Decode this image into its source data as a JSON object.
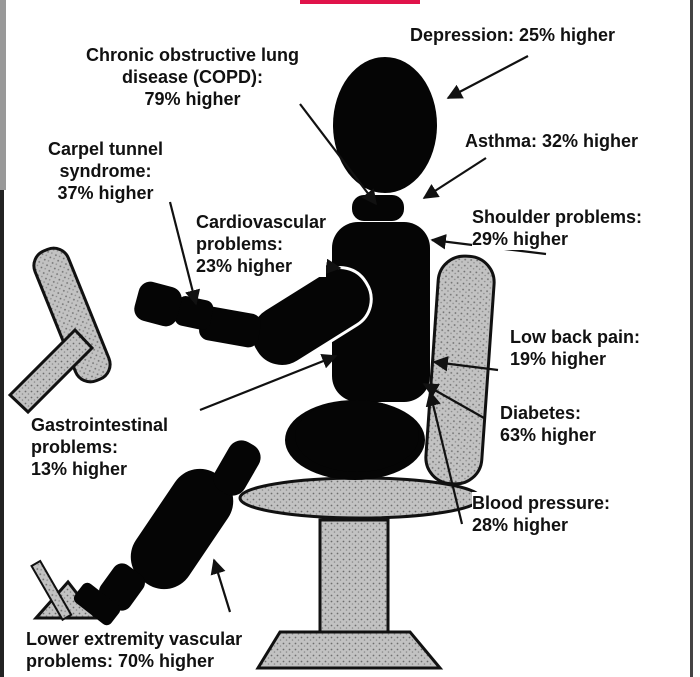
{
  "labels": {
    "depression": [
      "Depression: 25% higher"
    ],
    "copd": [
      "Chronic obstructive lung",
      "disease (COPD):",
      "79% higher"
    ],
    "asthma": [
      "Asthma: 32% higher"
    ],
    "carpal": [
      "Carpel tunnel",
      "syndrome:",
      "37% higher"
    ],
    "cardio": [
      "Cardiovascular",
      "problems:",
      "23% higher"
    ],
    "shoulder": [
      "Shoulder problems:",
      "29% higher"
    ],
    "lowback": [
      "Low back pain:",
      "19% higher"
    ],
    "gastro": [
      "Gastrointestinal",
      "problems:",
      "13% higher"
    ],
    "diabetes": [
      "Diabetes:",
      "63% higher"
    ],
    "bp": [
      "Blood pressure:",
      "28% higher"
    ],
    "lowerext": [
      "Lower extremity vascular",
      "problems: 70% higher"
    ]
  },
  "colors": {
    "ink": "#111111",
    "body": "#050505",
    "chair_fill": "#b9b9b9",
    "accent": "#e0134a"
  }
}
